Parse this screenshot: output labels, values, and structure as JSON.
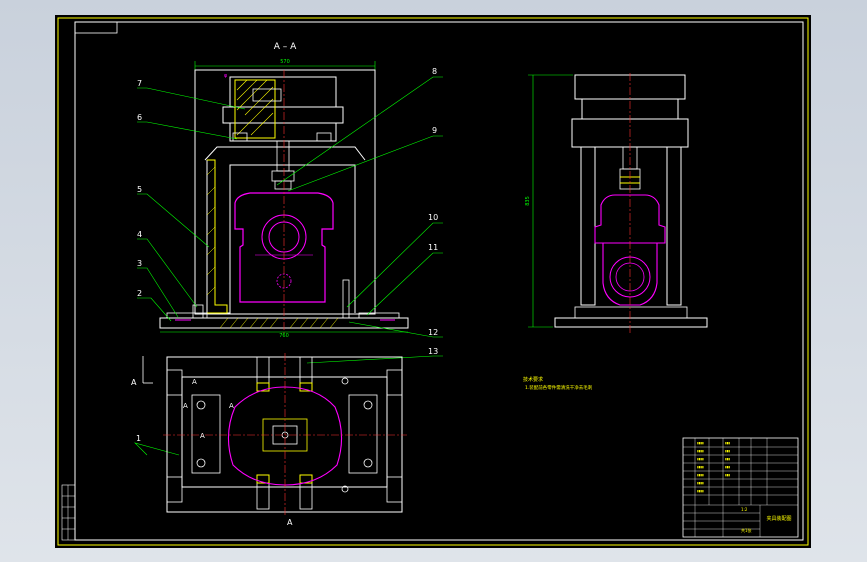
{
  "drawing": {
    "section_label": "A – A",
    "tag_text": "",
    "dim_top_width": "570",
    "dim_base_width": "760",
    "dim_side_height": "835",
    "tech_req_title": "技术要求",
    "tech_req_line": "1.装配前各零件需清洗干净去毛刺",
    "section_marks": [
      "A",
      "A",
      "A",
      "A",
      "A",
      "A"
    ],
    "callouts": [
      "1",
      "2",
      "3",
      "4",
      "5",
      "6",
      "7",
      "8",
      "9",
      "10",
      "11",
      "12",
      "13"
    ],
    "title_block": {
      "drawing_title": "夹具装配图",
      "scale": "1:2",
      "sheet": "共1张"
    }
  },
  "colors": {
    "outline": "#ffffff",
    "frame": "#ffff00",
    "leader": "#00ff00",
    "workpiece": "#ff00ff",
    "hatch": "#ffff00",
    "centerline": "#ff3030",
    "dimension": "#00ff00"
  }
}
